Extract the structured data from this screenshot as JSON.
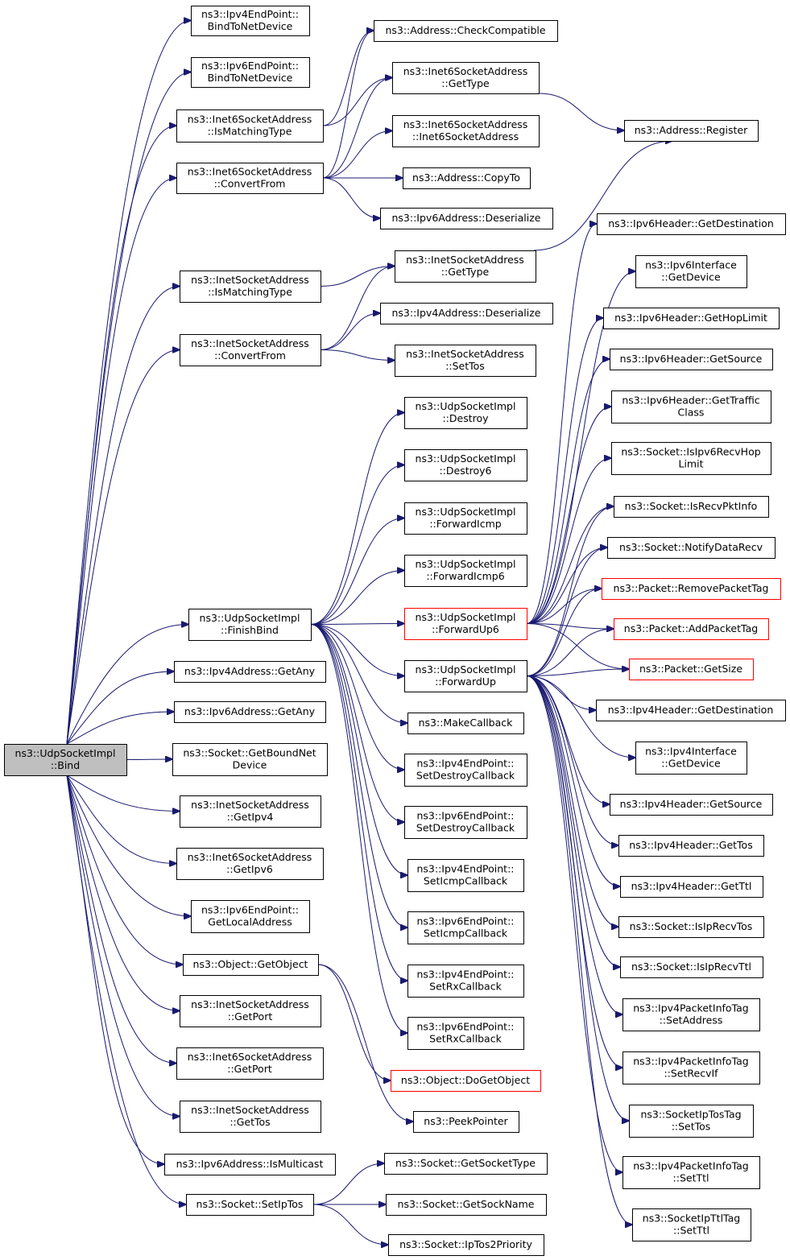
{
  "nodes": [
    {
      "id": "bind",
      "lines": [
        "ns3::UdpSocketImpl",
        "::Bind"
      ],
      "style": "root"
    },
    {
      "id": "ipv4ep_bind",
      "lines": [
        "ns3::Ipv4EndPoint::",
        "BindToNetDevice"
      ]
    },
    {
      "id": "ipv6ep_bind",
      "lines": [
        "ns3::Ipv6EndPoint::",
        "BindToNetDevice"
      ]
    },
    {
      "id": "i6sa_ismatch",
      "lines": [
        "ns3::Inet6SocketAddress",
        "::IsMatchingType"
      ]
    },
    {
      "id": "i6sa_convert",
      "lines": [
        "ns3::Inet6SocketAddress",
        "::ConvertFrom"
      ]
    },
    {
      "id": "isa_ismatch",
      "lines": [
        "ns3::InetSocketAddress",
        "::IsMatchingType"
      ]
    },
    {
      "id": "isa_convert",
      "lines": [
        "ns3::InetSocketAddress",
        "::ConvertFrom"
      ]
    },
    {
      "id": "finishbind",
      "lines": [
        "ns3::UdpSocketImpl",
        "::FinishBind"
      ]
    },
    {
      "id": "ipv4addr_any",
      "lines": [
        "ns3::Ipv4Address::GetAny"
      ]
    },
    {
      "id": "ipv6addr_any",
      "lines": [
        "ns3::Ipv6Address::GetAny"
      ]
    },
    {
      "id": "sock_boundnet",
      "lines": [
        "ns3::Socket::GetBoundNet",
        "Device"
      ]
    },
    {
      "id": "isa_getipv4",
      "lines": [
        "ns3::InetSocketAddress",
        "::GetIpv4"
      ]
    },
    {
      "id": "i6sa_getipv6",
      "lines": [
        "ns3::Inet6SocketAddress",
        "::GetIpv6"
      ]
    },
    {
      "id": "ipv6ep_local",
      "lines": [
        "ns3::Ipv6EndPoint::",
        "GetLocalAddress"
      ]
    },
    {
      "id": "obj_getobject",
      "lines": [
        "ns3::Object::GetObject"
      ]
    },
    {
      "id": "isa_getport",
      "lines": [
        "ns3::InetSocketAddress",
        "::GetPort"
      ]
    },
    {
      "id": "i6sa_getport",
      "lines": [
        "ns3::Inet6SocketAddress",
        "::GetPort"
      ]
    },
    {
      "id": "isa_gettos",
      "lines": [
        "ns3::InetSocketAddress",
        "::GetTos"
      ]
    },
    {
      "id": "ipv6addr_mcast",
      "lines": [
        "ns3::Ipv6Address::IsMulticast"
      ]
    },
    {
      "id": "sock_setiptos",
      "lines": [
        "ns3::Socket::SetIpTos"
      ]
    },
    {
      "id": "addr_checkcompat",
      "lines": [
        "ns3::Address::CheckCompatible"
      ]
    },
    {
      "id": "i6sa_gettype",
      "lines": [
        "ns3::Inet6SocketAddress",
        "::GetType"
      ]
    },
    {
      "id": "i6sa_ctor",
      "lines": [
        "ns3::Inet6SocketAddress",
        "::Inet6SocketAddress"
      ]
    },
    {
      "id": "addr_copyto",
      "lines": [
        "ns3::Address::CopyTo"
      ]
    },
    {
      "id": "ipv6addr_deser",
      "lines": [
        "ns3::Ipv6Address::Deserialize"
      ]
    },
    {
      "id": "isa_gettype",
      "lines": [
        "ns3::InetSocketAddress",
        "::GetType"
      ]
    },
    {
      "id": "ipv4addr_deser",
      "lines": [
        "ns3::Ipv4Address::Deserialize"
      ]
    },
    {
      "id": "isa_settos",
      "lines": [
        "ns3::InetSocketAddress",
        "::SetTos"
      ]
    },
    {
      "id": "udp_destroy",
      "lines": [
        "ns3::UdpSocketImpl",
        "::Destroy"
      ]
    },
    {
      "id": "udp_destroy6",
      "lines": [
        "ns3::UdpSocketImpl",
        "::Destroy6"
      ]
    },
    {
      "id": "udp_fwdicmp",
      "lines": [
        "ns3::UdpSocketImpl",
        "::ForwardIcmp"
      ]
    },
    {
      "id": "udp_fwdicmp6",
      "lines": [
        "ns3::UdpSocketImpl",
        "::ForwardIcmp6"
      ]
    },
    {
      "id": "udp_fwdup6",
      "lines": [
        "ns3::UdpSocketImpl",
        "::ForwardUp6"
      ],
      "style": "red"
    },
    {
      "id": "udp_fwdup",
      "lines": [
        "ns3::UdpSocketImpl",
        "::ForwardUp"
      ]
    },
    {
      "id": "makecallback",
      "lines": [
        "ns3::MakeCallback"
      ]
    },
    {
      "id": "ipv4ep_setdestroy",
      "lines": [
        "ns3::Ipv4EndPoint::",
        "SetDestroyCallback"
      ]
    },
    {
      "id": "ipv6ep_setdestroy",
      "lines": [
        "ns3::Ipv6EndPoint::",
        "SetDestroyCallback"
      ]
    },
    {
      "id": "ipv4ep_seticmp",
      "lines": [
        "ns3::Ipv4EndPoint::",
        "SetIcmpCallback"
      ]
    },
    {
      "id": "ipv6ep_seticmp",
      "lines": [
        "ns3::Ipv6EndPoint::",
        "SetIcmpCallback"
      ]
    },
    {
      "id": "ipv4ep_setrx",
      "lines": [
        "ns3::Ipv4EndPoint::",
        "SetRxCallback"
      ]
    },
    {
      "id": "ipv6ep_setrx",
      "lines": [
        "ns3::Ipv6EndPoint::",
        "SetRxCallback"
      ]
    },
    {
      "id": "obj_dogetobject",
      "lines": [
        "ns3::Object::DoGetObject"
      ],
      "style": "red"
    },
    {
      "id": "peekpointer",
      "lines": [
        "ns3::PeekPointer"
      ]
    },
    {
      "id": "sock_getsocktype",
      "lines": [
        "ns3::Socket::GetSocketType"
      ]
    },
    {
      "id": "sock_getsockname",
      "lines": [
        "ns3::Socket::GetSockName"
      ]
    },
    {
      "id": "sock_iptos2prio",
      "lines": [
        "ns3::Socket::IpTos2Priority"
      ]
    },
    {
      "id": "addr_register",
      "lines": [
        "ns3::Address::Register"
      ]
    },
    {
      "id": "ipv6h_getdest",
      "lines": [
        "ns3::Ipv6Header::GetDestination"
      ]
    },
    {
      "id": "ipv6if_getdev",
      "lines": [
        "ns3::Ipv6Interface",
        "::GetDevice"
      ]
    },
    {
      "id": "ipv6h_gethop",
      "lines": [
        "ns3::Ipv6Header::GetHopLimit"
      ]
    },
    {
      "id": "ipv6h_getsrc",
      "lines": [
        "ns3::Ipv6Header::GetSource"
      ]
    },
    {
      "id": "ipv6h_gettraffic",
      "lines": [
        "ns3::Ipv6Header::GetTraffic",
        "Class"
      ]
    },
    {
      "id": "sock_isipv6hop",
      "lines": [
        "ns3::Socket::IsIpv6RecvHop",
        "Limit"
      ]
    },
    {
      "id": "sock_isrecvpkt",
      "lines": [
        "ns3::Socket::IsRecvPktInfo"
      ]
    },
    {
      "id": "sock_notifydata",
      "lines": [
        "ns3::Socket::NotifyDataRecv"
      ]
    },
    {
      "id": "pkt_removetag",
      "lines": [
        "ns3::Packet::RemovePacketTag"
      ],
      "style": "red"
    },
    {
      "id": "pkt_addtag",
      "lines": [
        "ns3::Packet::AddPacketTag"
      ],
      "style": "red"
    },
    {
      "id": "pkt_getsize",
      "lines": [
        "ns3::Packet::GetSize"
      ],
      "style": "red"
    },
    {
      "id": "ipv4h_getdest",
      "lines": [
        "ns3::Ipv4Header::GetDestination"
      ]
    },
    {
      "id": "ipv4if_getdev",
      "lines": [
        "ns3::Ipv4Interface",
        "::GetDevice"
      ]
    },
    {
      "id": "ipv4h_getsrc",
      "lines": [
        "ns3::Ipv4Header::GetSource"
      ]
    },
    {
      "id": "ipv4h_gettos",
      "lines": [
        "ns3::Ipv4Header::GetTos"
      ]
    },
    {
      "id": "ipv4h_getttl",
      "lines": [
        "ns3::Ipv4Header::GetTtl"
      ]
    },
    {
      "id": "sock_isiprecvtos",
      "lines": [
        "ns3::Socket::IsIpRecvTos"
      ]
    },
    {
      "id": "sock_isiprecvttl",
      "lines": [
        "ns3::Socket::IsIpRecvTtl"
      ]
    },
    {
      "id": "ipv4pit_setaddr",
      "lines": [
        "ns3::Ipv4PacketInfoTag",
        "::SetAddress"
      ]
    },
    {
      "id": "ipv4pit_setrecvif",
      "lines": [
        "ns3::Ipv4PacketInfoTag",
        "::SetRecvIf"
      ]
    },
    {
      "id": "siptostag_settos",
      "lines": [
        "ns3::SocketIpTosTag",
        "::SetTos"
      ]
    },
    {
      "id": "ipv4pit_setttl",
      "lines": [
        "ns3::Ipv4PacketInfoTag",
        "::SetTtl"
      ]
    },
    {
      "id": "sipttltag_setttl",
      "lines": [
        "ns3::SocketIpTtlTag",
        "::SetTtl"
      ]
    }
  ],
  "edges": [
    [
      "bind",
      "ipv4ep_bind"
    ],
    [
      "bind",
      "ipv6ep_bind"
    ],
    [
      "bind",
      "i6sa_ismatch"
    ],
    [
      "bind",
      "i6sa_convert"
    ],
    [
      "bind",
      "isa_ismatch"
    ],
    [
      "bind",
      "isa_convert"
    ],
    [
      "bind",
      "finishbind"
    ],
    [
      "bind",
      "ipv4addr_any"
    ],
    [
      "bind",
      "ipv6addr_any"
    ],
    [
      "bind",
      "sock_boundnet"
    ],
    [
      "bind",
      "isa_getipv4"
    ],
    [
      "bind",
      "i6sa_getipv6"
    ],
    [
      "bind",
      "ipv6ep_local"
    ],
    [
      "bind",
      "obj_getobject"
    ],
    [
      "bind",
      "isa_getport"
    ],
    [
      "bind",
      "i6sa_getport"
    ],
    [
      "bind",
      "isa_gettos"
    ],
    [
      "bind",
      "ipv6addr_mcast"
    ],
    [
      "bind",
      "sock_setiptos"
    ],
    [
      "i6sa_ismatch",
      "addr_checkcompat"
    ],
    [
      "i6sa_ismatch",
      "i6sa_gettype"
    ],
    [
      "i6sa_convert",
      "addr_checkcompat"
    ],
    [
      "i6sa_convert",
      "i6sa_gettype"
    ],
    [
      "i6sa_convert",
      "i6sa_ctor"
    ],
    [
      "i6sa_convert",
      "addr_copyto"
    ],
    [
      "i6sa_convert",
      "ipv6addr_deser"
    ],
    [
      "i6sa_gettype",
      "addr_register"
    ],
    [
      "isa_gettype",
      "addr_register"
    ],
    [
      "isa_ismatch",
      "isa_gettype"
    ],
    [
      "isa_convert",
      "isa_gettype"
    ],
    [
      "isa_convert",
      "ipv4addr_deser"
    ],
    [
      "isa_convert",
      "isa_settos"
    ],
    [
      "finishbind",
      "udp_destroy"
    ],
    [
      "finishbind",
      "udp_destroy6"
    ],
    [
      "finishbind",
      "udp_fwdicmp"
    ],
    [
      "finishbind",
      "udp_fwdicmp6"
    ],
    [
      "finishbind",
      "udp_fwdup6"
    ],
    [
      "finishbind",
      "udp_fwdup"
    ],
    [
      "finishbind",
      "makecallback"
    ],
    [
      "finishbind",
      "ipv4ep_setdestroy"
    ],
    [
      "finishbind",
      "ipv6ep_setdestroy"
    ],
    [
      "finishbind",
      "ipv4ep_seticmp"
    ],
    [
      "finishbind",
      "ipv6ep_seticmp"
    ],
    [
      "finishbind",
      "ipv4ep_setrx"
    ],
    [
      "finishbind",
      "ipv6ep_setrx"
    ],
    [
      "obj_getobject",
      "obj_dogetobject"
    ],
    [
      "obj_getobject",
      "peekpointer"
    ],
    [
      "sock_setiptos",
      "sock_getsocktype"
    ],
    [
      "sock_setiptos",
      "sock_getsockname"
    ],
    [
      "sock_setiptos",
      "sock_iptos2prio"
    ],
    [
      "udp_fwdup6",
      "ipv6h_getdest"
    ],
    [
      "udp_fwdup6",
      "ipv6if_getdev"
    ],
    [
      "udp_fwdup6",
      "ipv6h_gethop"
    ],
    [
      "udp_fwdup6",
      "ipv6h_getsrc"
    ],
    [
      "udp_fwdup6",
      "ipv6h_gettraffic"
    ],
    [
      "udp_fwdup6",
      "sock_isipv6hop"
    ],
    [
      "udp_fwdup6",
      "sock_isrecvpkt"
    ],
    [
      "udp_fwdup6",
      "sock_notifydata"
    ],
    [
      "udp_fwdup6",
      "pkt_removetag"
    ],
    [
      "udp_fwdup6",
      "pkt_addtag"
    ],
    [
      "udp_fwdup6",
      "pkt_getsize"
    ],
    [
      "udp_fwdup",
      "sock_isrecvpkt"
    ],
    [
      "udp_fwdup",
      "sock_notifydata"
    ],
    [
      "udp_fwdup",
      "pkt_removetag"
    ],
    [
      "udp_fwdup",
      "pkt_addtag"
    ],
    [
      "udp_fwdup",
      "pkt_getsize"
    ],
    [
      "udp_fwdup",
      "ipv4h_getdest"
    ],
    [
      "udp_fwdup",
      "ipv4if_getdev"
    ],
    [
      "udp_fwdup",
      "ipv4h_getsrc"
    ],
    [
      "udp_fwdup",
      "ipv4h_gettos"
    ],
    [
      "udp_fwdup",
      "ipv4h_getttl"
    ],
    [
      "udp_fwdup",
      "sock_isiprecvtos"
    ],
    [
      "udp_fwdup",
      "sock_isiprecvttl"
    ],
    [
      "udp_fwdup",
      "ipv4pit_setaddr"
    ],
    [
      "udp_fwdup",
      "ipv4pit_setrecvif"
    ],
    [
      "udp_fwdup",
      "siptostag_settos"
    ],
    [
      "udp_fwdup",
      "ipv4pit_setttl"
    ],
    [
      "udp_fwdup",
      "sipttltag_setttl"
    ]
  ],
  "colors": {
    "edge": "#191970",
    "root_fill": "#bfbfbf",
    "red_border": "#ff0000"
  }
}
